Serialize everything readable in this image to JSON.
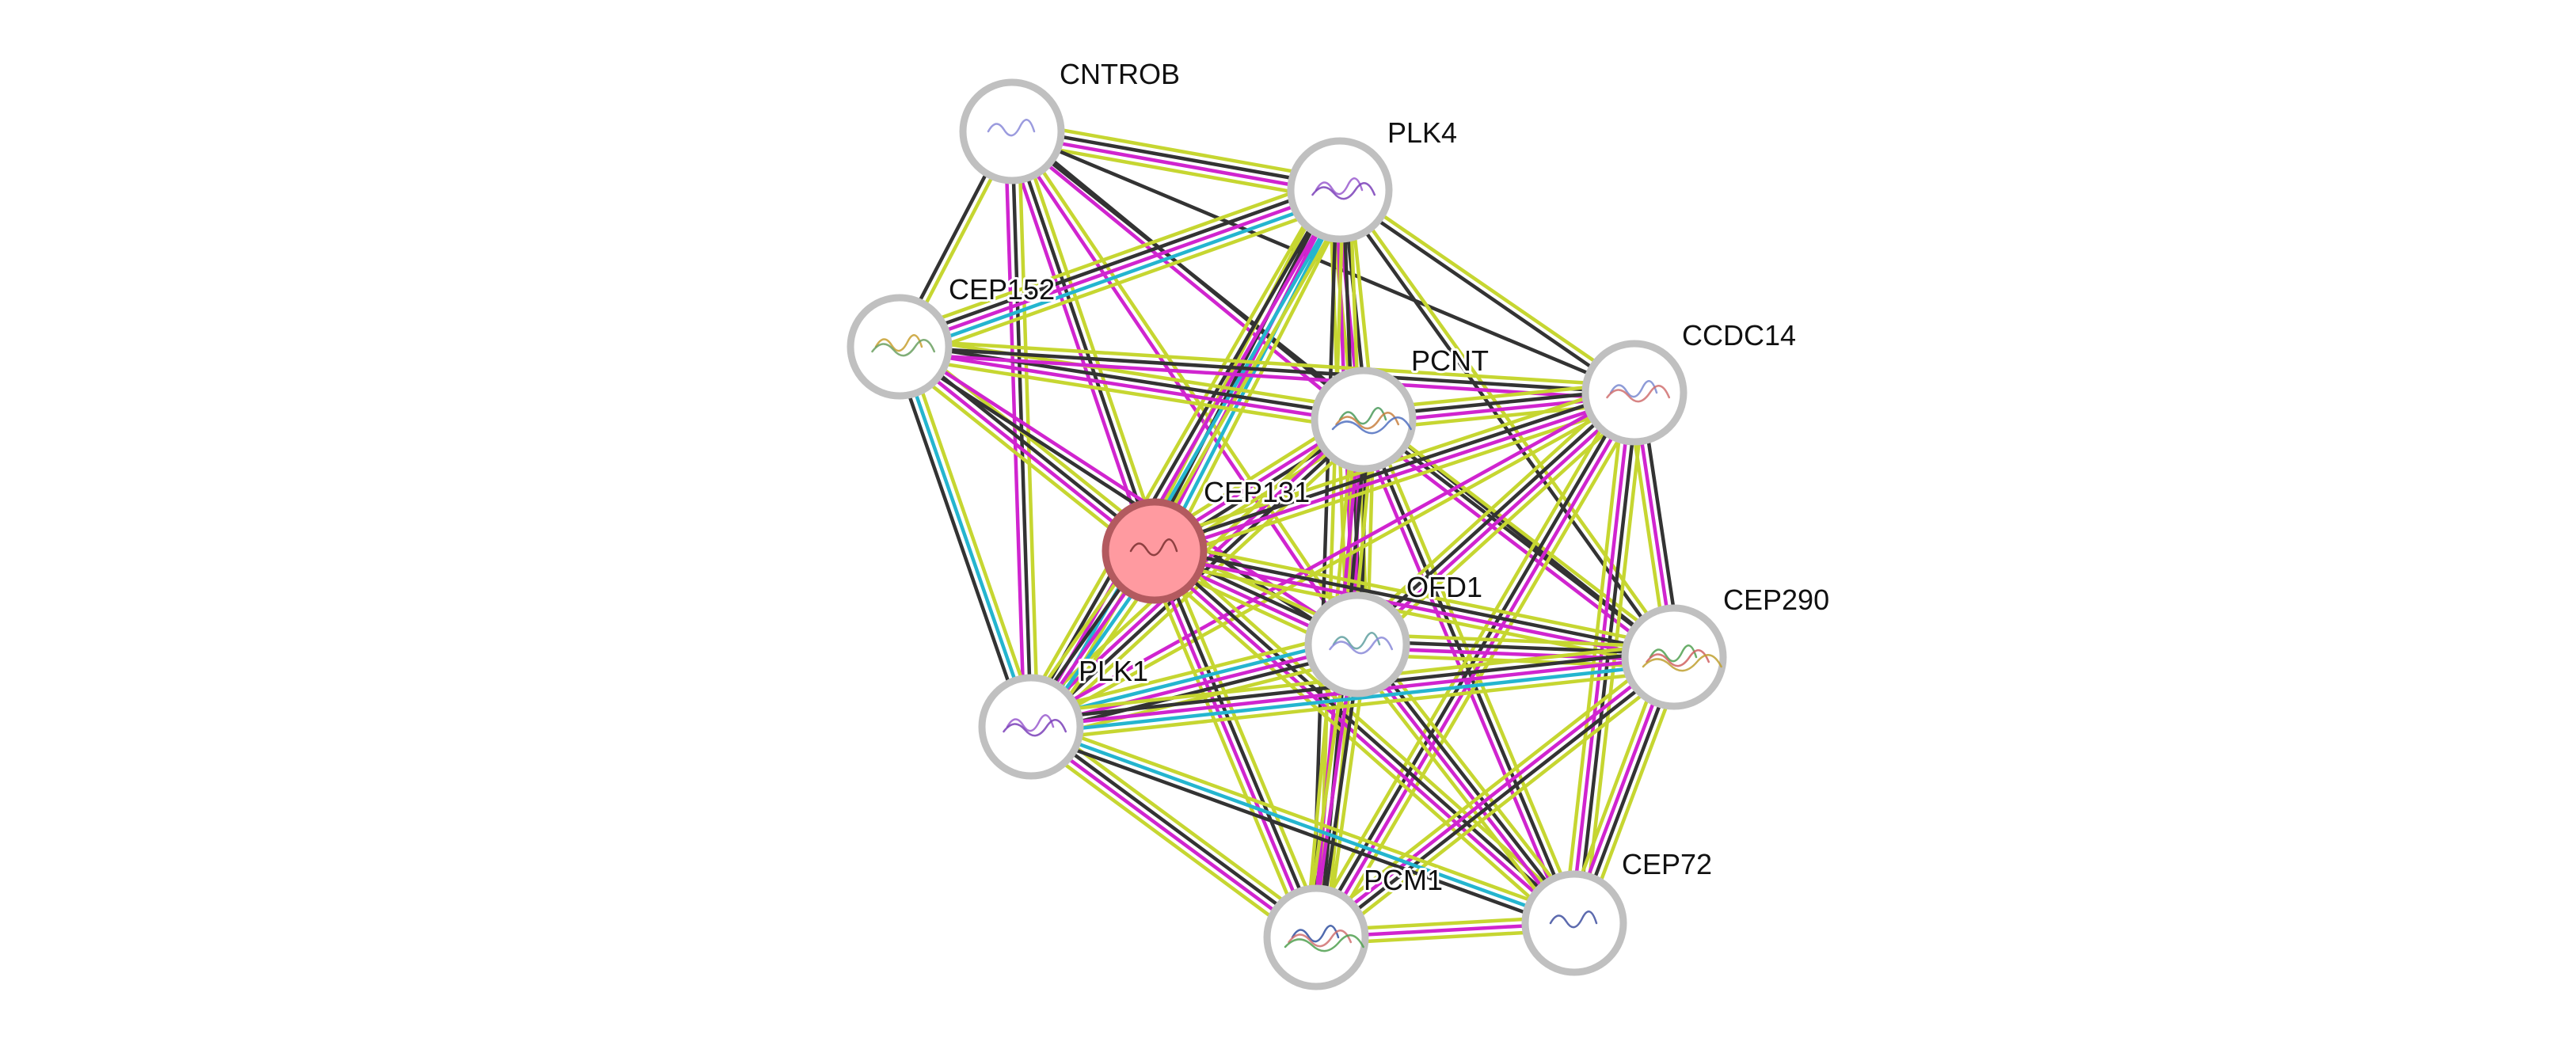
{
  "network": {
    "colors": {
      "textmining": "#c6d631",
      "coexpression": "#333333",
      "experiments": "#d024cf",
      "databases": "#24b5cf",
      "node_ring": "#c0c0c0",
      "query_fill": "#ff9aa0",
      "query_ring": "#b35a5f"
    },
    "nodes": [
      {
        "id": "CNTROB",
        "label": "CNTROB",
        "query": false,
        "art": [
          "#8a8ad8"
        ]
      },
      {
        "id": "PLK4",
        "label": "PLK4",
        "query": false,
        "art": [
          "#9a5ccf",
          "#7a3fb8"
        ]
      },
      {
        "id": "CEP152",
        "label": "CEP152",
        "query": false,
        "art": [
          "#c8a030",
          "#6aa060"
        ]
      },
      {
        "id": "PCNT",
        "label": "PCNT",
        "query": false,
        "art": [
          "#4a9a5a",
          "#c88040",
          "#5070c0"
        ]
      },
      {
        "id": "CCDC14",
        "label": "CCDC14",
        "query": false,
        "art": [
          "#7a8ad0",
          "#d07070"
        ]
      },
      {
        "id": "CEP131",
        "label": "CEP131",
        "query": true,
        "art": [
          "#7a3030"
        ]
      },
      {
        "id": "OFD1",
        "label": "OFD1",
        "query": false,
        "art": [
          "#60a0a0",
          "#8a8ad8"
        ]
      },
      {
        "id": "CEP290",
        "label": "CEP290",
        "query": false,
        "art": [
          "#50a050",
          "#d06060",
          "#c0a030"
        ]
      },
      {
        "id": "PLK1",
        "label": "PLK1",
        "query": false,
        "art": [
          "#9a5ccf",
          "#7a3fb8"
        ]
      },
      {
        "id": "PCM1",
        "label": "PCM1",
        "query": false,
        "art": [
          "#3050a0",
          "#d07070",
          "#50a050"
        ]
      },
      {
        "id": "CEP72",
        "label": "CEP72",
        "query": false,
        "art": [
          "#4050a0"
        ]
      }
    ],
    "edges": [
      {
        "a": "CNTROB",
        "b": "PLK4",
        "types": [
          "textmining",
          "coexpression",
          "experiments",
          "textmining"
        ]
      },
      {
        "a": "CNTROB",
        "b": "CEP152",
        "types": [
          "textmining",
          "coexpression"
        ]
      },
      {
        "a": "CNTROB",
        "b": "CEP131",
        "types": [
          "textmining",
          "coexpression",
          "experiments"
        ]
      },
      {
        "a": "CNTROB",
        "b": "PCNT",
        "types": [
          "coexpression",
          "experiments"
        ]
      },
      {
        "a": "CNTROB",
        "b": "PLK1",
        "types": [
          "textmining",
          "coexpression",
          "experiments"
        ]
      },
      {
        "a": "CNTROB",
        "b": "OFD1",
        "types": [
          "textmining",
          "experiments"
        ]
      },
      {
        "a": "CNTROB",
        "b": "CCDC14",
        "types": [
          "coexpression"
        ]
      },
      {
        "a": "CNTROB",
        "b": "CEP290",
        "types": [
          "coexpression"
        ]
      },
      {
        "a": "PLK4",
        "b": "CEP152",
        "types": [
          "textmining",
          "databases",
          "experiments",
          "coexpression",
          "textmining"
        ]
      },
      {
        "a": "PLK4",
        "b": "CEP131",
        "types": [
          "textmining",
          "databases",
          "experiments",
          "coexpression",
          "textmining"
        ]
      },
      {
        "a": "PLK4",
        "b": "PCNT",
        "types": [
          "textmining",
          "coexpression",
          "experiments",
          "textmining"
        ]
      },
      {
        "a": "PLK4",
        "b": "CCDC14",
        "types": [
          "textmining",
          "coexpression"
        ]
      },
      {
        "a": "PLK4",
        "b": "OFD1",
        "types": [
          "textmining",
          "coexpression",
          "experiments",
          "textmining"
        ]
      },
      {
        "a": "PLK4",
        "b": "CEP290",
        "types": [
          "textmining",
          "coexpression"
        ]
      },
      {
        "a": "PLK4",
        "b": "PLK1",
        "types": [
          "textmining",
          "databases",
          "experiments",
          "coexpression",
          "textmining"
        ]
      },
      {
        "a": "PLK4",
        "b": "PCM1",
        "types": [
          "textmining",
          "coexpression"
        ]
      },
      {
        "a": "CEP152",
        "b": "PCNT",
        "types": [
          "textmining",
          "coexpression",
          "experiments",
          "textmining"
        ]
      },
      {
        "a": "CEP152",
        "b": "CEP131",
        "types": [
          "textmining",
          "coexpression",
          "experiments",
          "textmining"
        ]
      },
      {
        "a": "CEP152",
        "b": "CCDC14",
        "types": [
          "textmining",
          "coexpression",
          "experiments"
        ]
      },
      {
        "a": "CEP152",
        "b": "OFD1",
        "types": [
          "experiments",
          "coexpression"
        ]
      },
      {
        "a": "CEP152",
        "b": "PLK1",
        "types": [
          "textmining",
          "databases",
          "coexpression"
        ]
      },
      {
        "a": "PCNT",
        "b": "CCDC14",
        "types": [
          "textmining",
          "coexpression",
          "experiments",
          "textmining"
        ]
      },
      {
        "a": "PCNT",
        "b": "CEP131",
        "types": [
          "textmining",
          "coexpression",
          "experiments",
          "textmining"
        ]
      },
      {
        "a": "PCNT",
        "b": "OFD1",
        "types": [
          "textmining",
          "coexpression",
          "experiments",
          "textmining"
        ]
      },
      {
        "a": "PCNT",
        "b": "CEP290",
        "types": [
          "textmining",
          "coexpression",
          "experiments"
        ]
      },
      {
        "a": "PCNT",
        "b": "PLK1",
        "types": [
          "textmining",
          "coexpression",
          "experiments",
          "textmining"
        ]
      },
      {
        "a": "PCNT",
        "b": "PCM1",
        "types": [
          "textmining",
          "coexpression",
          "experiments",
          "textmining"
        ]
      },
      {
        "a": "PCNT",
        "b": "CEP72",
        "types": [
          "textmining",
          "coexpression",
          "experiments"
        ]
      },
      {
        "a": "CCDC14",
        "b": "CEP131",
        "types": [
          "textmining",
          "experiments",
          "coexpression",
          "textmining"
        ]
      },
      {
        "a": "CCDC14",
        "b": "OFD1",
        "types": [
          "textmining",
          "experiments",
          "coexpression",
          "textmining"
        ]
      },
      {
        "a": "CCDC14",
        "b": "CEP290",
        "types": [
          "coexpression",
          "experiments",
          "textmining"
        ]
      },
      {
        "a": "CCDC14",
        "b": "PCM1",
        "types": [
          "textmining",
          "experiments",
          "coexpression",
          "textmining"
        ]
      },
      {
        "a": "CCDC14",
        "b": "CEP72",
        "types": [
          "textmining",
          "coexpression",
          "experiments",
          "textmining"
        ]
      },
      {
        "a": "CCDC14",
        "b": "PLK1",
        "types": [
          "textmining",
          "experiments"
        ]
      },
      {
        "a": "CEP131",
        "b": "OFD1",
        "types": [
          "textmining",
          "coexpression",
          "experiments",
          "textmining"
        ]
      },
      {
        "a": "CEP131",
        "b": "CEP290",
        "types": [
          "textmining",
          "coexpression",
          "experiments",
          "textmining"
        ]
      },
      {
        "a": "CEP131",
        "b": "PLK1",
        "types": [
          "textmining",
          "databases",
          "experiments",
          "coexpression",
          "textmining"
        ]
      },
      {
        "a": "CEP131",
        "b": "PCM1",
        "types": [
          "textmining",
          "coexpression",
          "experiments",
          "textmining"
        ]
      },
      {
        "a": "CEP131",
        "b": "CEP72",
        "types": [
          "textmining",
          "coexpression",
          "experiments",
          "textmining"
        ]
      },
      {
        "a": "OFD1",
        "b": "CEP290",
        "types": [
          "textmining",
          "coexpression",
          "experiments",
          "textmining"
        ]
      },
      {
        "a": "OFD1",
        "b": "PLK1",
        "types": [
          "textmining",
          "coexpression",
          "experiments",
          "databases",
          "textmining"
        ]
      },
      {
        "a": "OFD1",
        "b": "PCM1",
        "types": [
          "textmining",
          "coexpression",
          "experiments",
          "textmining"
        ]
      },
      {
        "a": "OFD1",
        "b": "CEP72",
        "types": [
          "textmining",
          "coexpression",
          "experiments",
          "textmining"
        ]
      },
      {
        "a": "CEP290",
        "b": "PLK1",
        "types": [
          "textmining",
          "databases",
          "experiments",
          "coexpression",
          "textmining"
        ]
      },
      {
        "a": "CEP290",
        "b": "PCM1",
        "types": [
          "textmining",
          "coexpression",
          "experiments",
          "textmining"
        ]
      },
      {
        "a": "CEP290",
        "b": "CEP72",
        "types": [
          "textmining",
          "coexpression",
          "experiments",
          "textmining"
        ]
      },
      {
        "a": "PLK1",
        "b": "PCM1",
        "types": [
          "textmining",
          "coexpression",
          "experiments",
          "textmining"
        ]
      },
      {
        "a": "PLK1",
        "b": "CEP72",
        "types": [
          "textmining",
          "databases",
          "coexpression"
        ]
      },
      {
        "a": "PCM1",
        "b": "CEP72",
        "types": [
          "textmining",
          "experiments",
          "textmining"
        ]
      }
    ]
  }
}
